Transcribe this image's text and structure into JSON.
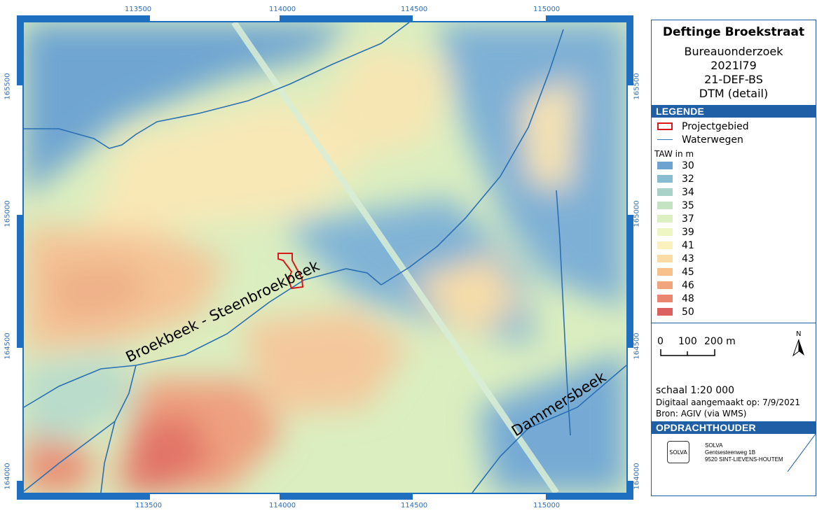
{
  "map": {
    "x_ticks": [
      "113500",
      "114000",
      "114500",
      "115000"
    ],
    "y_ticks": [
      "165500",
      "165000",
      "164500",
      "164000"
    ],
    "labels": {
      "stream_main": "Broekbeek - Steenbroekbeek",
      "stream_east": "Dammersbeek"
    }
  },
  "panel": {
    "title": "Deftinge Broekstraat",
    "subtitle_lines": [
      "Bureauonderzoek",
      "2021l79",
      "21-DEF-BS",
      "DTM (detail)"
    ],
    "legend_header": "LEGENDE",
    "legend_items": [
      {
        "label": "Projectgebied",
        "kind": "outline",
        "color": "#d7191c"
      },
      {
        "label": "Waterwegen",
        "kind": "line",
        "color": "#2c7bb6"
      }
    ],
    "taw_caption": "TAW in m",
    "taw_classes": [
      {
        "value": "30",
        "color": "#6ea3cf"
      },
      {
        "value": "32",
        "color": "#88bcd1"
      },
      {
        "value": "34",
        "color": "#a8d2c8"
      },
      {
        "value": "35",
        "color": "#c3e3c2"
      },
      {
        "value": "37",
        "color": "#dcefc0"
      },
      {
        "value": "39",
        "color": "#eef7c4"
      },
      {
        "value": "41",
        "color": "#fbf1bf"
      },
      {
        "value": "43",
        "color": "#fbdca6"
      },
      {
        "value": "45",
        "color": "#f8c08b"
      },
      {
        "value": "46",
        "color": "#f2a47c"
      },
      {
        "value": "48",
        "color": "#ea8570"
      },
      {
        "value": "50",
        "color": "#dd6060"
      }
    ],
    "scalebar": {
      "labels": [
        "0",
        "100",
        "200 m"
      ]
    },
    "north_label": "N",
    "scale_text": "schaal   1:20 000",
    "made_text": "Digitaal aangemaakt op: 7/9/2021",
    "source_text": "Bron: AGIV (via WMS)",
    "client_header": "OPDRACHTHOUDER",
    "client_logo_text": "SOLVA",
    "client_lines": [
      "SOLVA",
      "Gentsesteenweg 1B",
      "9520 SINT-LIEVENS-HOUTEM"
    ]
  }
}
